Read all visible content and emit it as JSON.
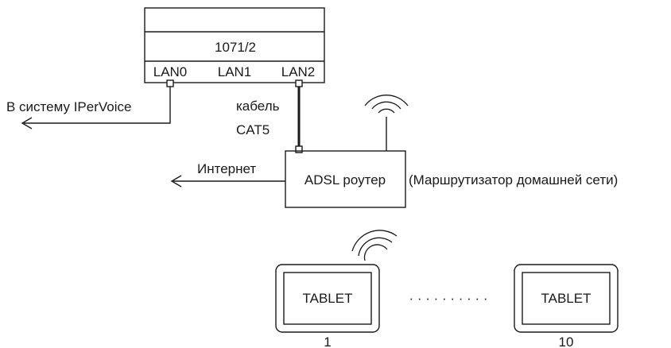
{
  "device": {
    "model": "1071/2",
    "ports": [
      "LAN0",
      "LAN1",
      "LAN2"
    ]
  },
  "ipervoice_label": "В систему IPerVoice",
  "cable_label_line1": "кабель",
  "cable_label_line2": "CAT5",
  "internet_label": "Интернет",
  "router": {
    "label": "ADSL роутер",
    "description": "(Маршрутизатор домашней сети)"
  },
  "tablets": [
    {
      "label": "TABLET",
      "number": "1"
    },
    {
      "label": "TABLET",
      "number": "10"
    }
  ],
  "dots": "· · · · · · · · · ·",
  "colors": {
    "line": "#1a1a1a",
    "background": "#ffffff"
  }
}
